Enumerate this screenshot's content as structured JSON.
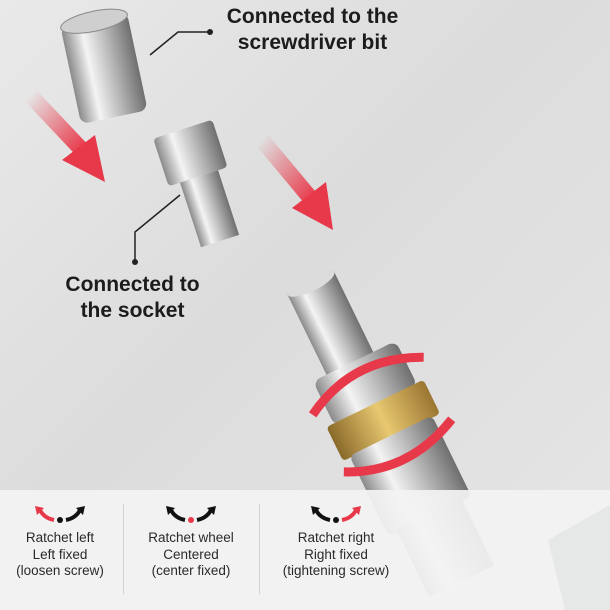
{
  "labels": {
    "bit": [
      "Connected to the",
      "screwdriver bit"
    ],
    "socket": [
      "Connected to",
      "the socket"
    ]
  },
  "modes": [
    {
      "lines": [
        "Ratchet left",
        "Left fixed",
        "(loosen screw)"
      ],
      "icon": "ratchet-left-icon",
      "active": "left"
    },
    {
      "lines": [
        "Ratchet wheel",
        "Centered",
        "(center fixed)"
      ],
      "icon": "ratchet-center-icon",
      "active": "center"
    },
    {
      "lines": [
        "Ratchet right",
        "Right fixed",
        "(tightening screw)"
      ],
      "icon": "ratchet-right-icon",
      "active": "right"
    }
  ],
  "colors": {
    "accent_red": "#e8394a",
    "handle_green": "#2f5a4c",
    "gold_ring": "#c9a24e"
  }
}
